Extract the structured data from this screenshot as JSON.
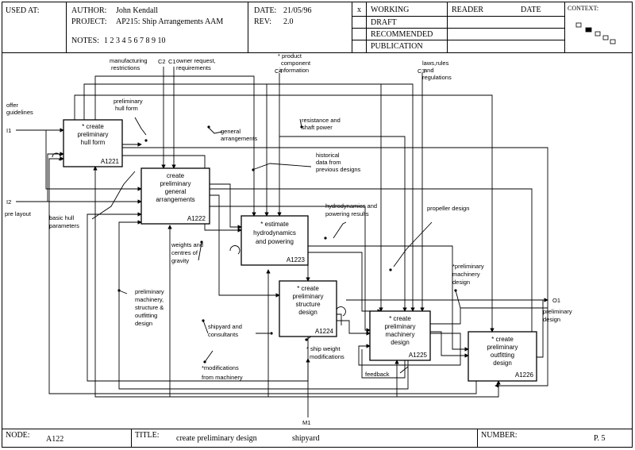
{
  "header": {
    "used_at_label": "USED AT:",
    "author_label": "AUTHOR:",
    "author": "John Kendall",
    "project_label": "PROJECT:",
    "project": "AP215: Ship Arrangements AAM",
    "notes_label": "NOTES:",
    "notes": "1 2 3 4 5 6 7 8 9 10",
    "date_label": "DATE:",
    "date": "21/05/96",
    "rev_label": "REV:",
    "rev": "2.0",
    "status_mark": "x",
    "status_working": "WORKING",
    "status_draft": "DRAFT",
    "status_recommended": "RECOMMENDED",
    "status_publication": "PUBLICATION",
    "reader_label": "READER",
    "reader_date_label": "DATE",
    "context_label": "CONTEXT:"
  },
  "footer": {
    "node_label": "NODE:",
    "node": "A122",
    "title_label": "TITLE:",
    "title": "create preliminary design",
    "title_sub": "shipyard",
    "number_label": "NUMBER:",
    "page": "P. 5"
  },
  "diagram": {
    "boxes": [
      {
        "l1": "* create",
        "l2": "preliminary",
        "l3": "hull form",
        "l4": "",
        "code": "A1221"
      },
      {
        "l1": "create",
        "l2": "preliminary",
        "l3": "general",
        "l4": "arrangements",
        "code": "A1222"
      },
      {
        "l1": "* estimate",
        "l2": "hydrodynamics",
        "l3": "and powering",
        "l4": "",
        "code": "A1223"
      },
      {
        "l1": "* create",
        "l2": "preliminary",
        "l3": "structure",
        "l4": "design",
        "code": "A1224"
      },
      {
        "l1": "* create",
        "l2": "preliminary",
        "l3": "machinery",
        "l4": "design",
        "code": "A1225"
      },
      {
        "l1": "* create",
        "l2": "preliminary",
        "l3": "outfitting",
        "l4": "design",
        "code": "A1226"
      }
    ],
    "codes": {
      "c1": "C1",
      "c2": "C2",
      "c3": "C3",
      "c4": "C4",
      "i1": "I1",
      "i2": "I2",
      "o1": "O1",
      "m1": "M1"
    },
    "labels": {
      "manufacturing_1": "manufacturing",
      "manufacturing_2": "restrictions",
      "owner_1": "owner request,",
      "owner_2": "requirements",
      "product_1": "* product",
      "product_2": "component",
      "product_3": "information",
      "laws_1": "laws,rules",
      "laws_2": "and",
      "laws_3": "regulations",
      "offer_1": "offer",
      "offer_2": "guidelines",
      "prelim_hull_1": "preliminary",
      "prelim_hull_2": "hull form",
      "general_1": "general",
      "general_2": "arrangements",
      "resistance_1": "resistance and",
      "resistance_2": "shaft power",
      "historical_1": "historical",
      "historical_2": "data from",
      "historical_3": "previous designs",
      "pre_layout": "pre layout",
      "basic_hull_1": "basic hull",
      "basic_hull_2": "parameters",
      "hydro_res_1": "hydrodynamics and",
      "hydro_res_2": "powering results",
      "propeller": "propeller design",
      "weights_1": "weights and",
      "weights_2": "centres of",
      "weights_3": "gravity",
      "prelim_mach_1": "*preliminary",
      "prelim_mach_2": "machinery",
      "prelim_mach_3": "design",
      "prelim_struct_1": "preliminary",
      "prelim_struct_2": "machinery,",
      "prelim_struct_3": "structure &",
      "prelim_struct_4": "outfitting",
      "prelim_struct_5": "design",
      "o1_1": "preliminary",
      "o1_2": "design",
      "shipyard_1": "shipyard and",
      "shipyard_2": "consultants",
      "ship_weight_1": "* ship weight",
      "ship_weight_2": "modifications",
      "feedback": "feedback",
      "mods_1": "*modifications",
      "mods_2": "from machinery"
    }
  }
}
